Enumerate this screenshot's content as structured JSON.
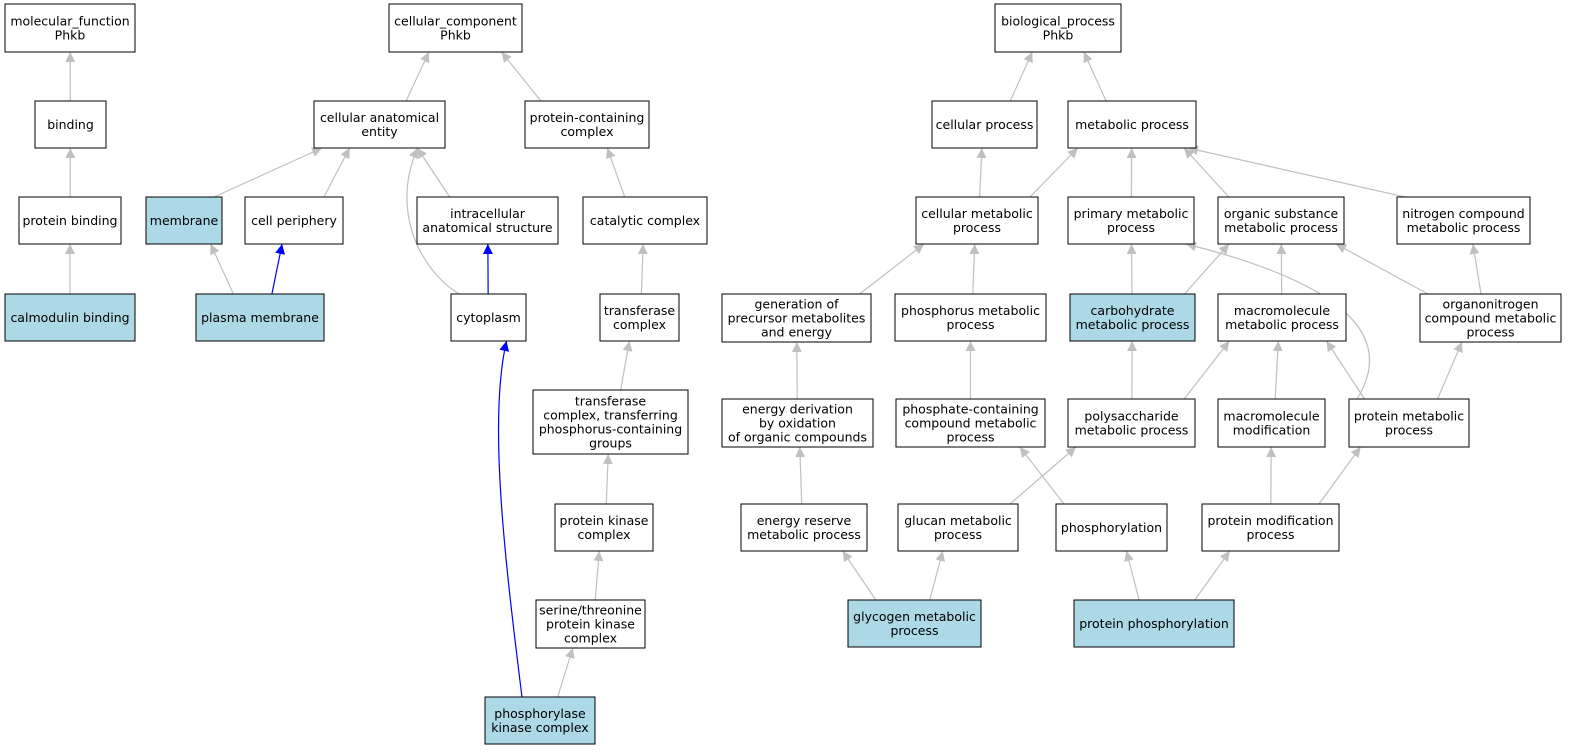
{
  "colors": {
    "highlight_fill": "#add8e6",
    "default_fill": "#ffffff",
    "edge_default": "#c0c0c0",
    "edge_blue": "#0000ff"
  },
  "nodes": [
    {
      "id": "mf",
      "lines": [
        "molecular_function",
        "Phkb"
      ],
      "highlight": false
    },
    {
      "id": "binding",
      "lines": [
        "binding"
      ],
      "highlight": false
    },
    {
      "id": "protein_binding",
      "lines": [
        "protein binding"
      ],
      "highlight": false
    },
    {
      "id": "calmodulin_binding",
      "lines": [
        "calmodulin binding"
      ],
      "highlight": true
    },
    {
      "id": "cc",
      "lines": [
        "cellular_component",
        "Phkb"
      ],
      "highlight": false
    },
    {
      "id": "cae",
      "lines": [
        "cellular anatomical",
        "entity"
      ],
      "highlight": false
    },
    {
      "id": "pcc",
      "lines": [
        "protein-containing",
        "complex"
      ],
      "highlight": false
    },
    {
      "id": "membrane",
      "lines": [
        "membrane"
      ],
      "highlight": true
    },
    {
      "id": "cell_periphery",
      "lines": [
        "cell periphery"
      ],
      "highlight": false
    },
    {
      "id": "ias",
      "lines": [
        "intracellular",
        "anatomical structure"
      ],
      "highlight": false
    },
    {
      "id": "catalytic_complex",
      "lines": [
        "catalytic complex"
      ],
      "highlight": false
    },
    {
      "id": "plasma_membrane",
      "lines": [
        "plasma membrane"
      ],
      "highlight": true
    },
    {
      "id": "cytoplasm",
      "lines": [
        "cytoplasm"
      ],
      "highlight": false
    },
    {
      "id": "transferase_complex",
      "lines": [
        "transferase",
        "complex"
      ],
      "highlight": false
    },
    {
      "id": "tc_phos",
      "lines": [
        "transferase",
        "complex, transferring",
        "phosphorus-containing",
        "groups"
      ],
      "highlight": false
    },
    {
      "id": "pkc",
      "lines": [
        "protein kinase",
        "complex"
      ],
      "highlight": false
    },
    {
      "id": "stpkc",
      "lines": [
        "serine/threonine",
        "protein kinase",
        "complex"
      ],
      "highlight": false
    },
    {
      "id": "phk_complex",
      "lines": [
        "phosphorylase",
        "kinase complex"
      ],
      "highlight": true
    },
    {
      "id": "bp",
      "lines": [
        "biological_process",
        "Phkb"
      ],
      "highlight": false
    },
    {
      "id": "cellular_process",
      "lines": [
        "cellular process"
      ],
      "highlight": false
    },
    {
      "id": "metabolic_process",
      "lines": [
        "metabolic process"
      ],
      "highlight": false
    },
    {
      "id": "cmp",
      "lines": [
        "cellular metabolic",
        "process"
      ],
      "highlight": false
    },
    {
      "id": "pmp",
      "lines": [
        "primary metabolic",
        "process"
      ],
      "highlight": false
    },
    {
      "id": "osmp",
      "lines": [
        "organic substance",
        "metabolic process"
      ],
      "highlight": false
    },
    {
      "id": "ncmp",
      "lines": [
        "nitrogen compound",
        "metabolic process"
      ],
      "highlight": false
    },
    {
      "id": "gpme",
      "lines": [
        "generation of",
        "precursor metabolites",
        "and energy"
      ],
      "highlight": false
    },
    {
      "id": "phos_mp",
      "lines": [
        "phosphorus metabolic",
        "process"
      ],
      "highlight": false
    },
    {
      "id": "carb_mp",
      "lines": [
        "carbohydrate",
        "metabolic process"
      ],
      "highlight": true
    },
    {
      "id": "macro_mp",
      "lines": [
        "macromolecule",
        "metabolic process"
      ],
      "highlight": false
    },
    {
      "id": "orgn_mp",
      "lines": [
        "organonitrogen",
        "compound metabolic",
        "process"
      ],
      "highlight": false
    },
    {
      "id": "edo",
      "lines": [
        "energy derivation",
        "by oxidation",
        "of organic compounds"
      ],
      "highlight": false
    },
    {
      "id": "pccmp",
      "lines": [
        "phosphate-containing",
        "compound metabolic",
        "process"
      ],
      "highlight": false
    },
    {
      "id": "polysac_mp",
      "lines": [
        "polysaccharide",
        "metabolic process"
      ],
      "highlight": false
    },
    {
      "id": "macro_mod",
      "lines": [
        "macromolecule",
        "modification"
      ],
      "highlight": false
    },
    {
      "id": "prot_mp",
      "lines": [
        "protein metabolic",
        "process"
      ],
      "highlight": false
    },
    {
      "id": "erm",
      "lines": [
        "energy reserve",
        "metabolic process"
      ],
      "highlight": false
    },
    {
      "id": "glucan_mp",
      "lines": [
        "glucan metabolic",
        "process"
      ],
      "highlight": false
    },
    {
      "id": "phosphorylation",
      "lines": [
        "phosphorylation"
      ],
      "highlight": false
    },
    {
      "id": "pmod",
      "lines": [
        "protein modification",
        "process"
      ],
      "highlight": false
    },
    {
      "id": "glycogen_mp",
      "lines": [
        "glycogen metabolic",
        "process"
      ],
      "highlight": true
    },
    {
      "id": "prot_phos",
      "lines": [
        "protein phosphorylation"
      ],
      "highlight": true
    }
  ],
  "edges": [
    {
      "from": "binding",
      "to": "mf",
      "color": "grey"
    },
    {
      "from": "protein_binding",
      "to": "binding",
      "color": "grey"
    },
    {
      "from": "calmodulin_binding",
      "to": "protein_binding",
      "color": "grey"
    },
    {
      "from": "cae",
      "to": "cc",
      "color": "grey"
    },
    {
      "from": "pcc",
      "to": "cc",
      "color": "grey"
    },
    {
      "from": "membrane",
      "to": "cae",
      "color": "grey"
    },
    {
      "from": "cell_periphery",
      "to": "cae",
      "color": "grey"
    },
    {
      "from": "ias",
      "to": "cae",
      "color": "grey"
    },
    {
      "from": "cytoplasm",
      "to": "cae",
      "color": "grey",
      "curve": true
    },
    {
      "from": "catalytic_complex",
      "to": "pcc",
      "color": "grey"
    },
    {
      "from": "plasma_membrane",
      "to": "membrane",
      "color": "grey"
    },
    {
      "from": "plasma_membrane",
      "to": "cell_periphery",
      "color": "blue"
    },
    {
      "from": "cytoplasm",
      "to": "ias",
      "color": "blue"
    },
    {
      "from": "phk_complex",
      "to": "cytoplasm",
      "color": "blue",
      "curve": true
    },
    {
      "from": "transferase_complex",
      "to": "catalytic_complex",
      "color": "grey"
    },
    {
      "from": "tc_phos",
      "to": "transferase_complex",
      "color": "grey"
    },
    {
      "from": "pkc",
      "to": "tc_phos",
      "color": "grey"
    },
    {
      "from": "stpkc",
      "to": "pkc",
      "color": "grey"
    },
    {
      "from": "phk_complex",
      "to": "stpkc",
      "color": "grey"
    },
    {
      "from": "cellular_process",
      "to": "bp",
      "color": "grey"
    },
    {
      "from": "metabolic_process",
      "to": "bp",
      "color": "grey"
    },
    {
      "from": "cmp",
      "to": "cellular_process",
      "color": "grey"
    },
    {
      "from": "cmp",
      "to": "metabolic_process",
      "color": "grey"
    },
    {
      "from": "pmp",
      "to": "metabolic_process",
      "color": "grey"
    },
    {
      "from": "osmp",
      "to": "metabolic_process",
      "color": "grey"
    },
    {
      "from": "ncmp",
      "to": "metabolic_process",
      "color": "grey"
    },
    {
      "from": "gpme",
      "to": "cmp",
      "color": "grey"
    },
    {
      "from": "phos_mp",
      "to": "cmp",
      "color": "grey"
    },
    {
      "from": "carb_mp",
      "to": "pmp",
      "color": "grey"
    },
    {
      "from": "carb_mp",
      "to": "osmp",
      "color": "grey"
    },
    {
      "from": "macro_mp",
      "to": "osmp",
      "color": "grey"
    },
    {
      "from": "orgn_mp",
      "to": "osmp",
      "color": "grey"
    },
    {
      "from": "orgn_mp",
      "to": "ncmp",
      "color": "grey"
    },
    {
      "from": "edo",
      "to": "gpme",
      "color": "grey"
    },
    {
      "from": "pccmp",
      "to": "phos_mp",
      "color": "grey"
    },
    {
      "from": "polysac_mp",
      "to": "carb_mp",
      "color": "grey"
    },
    {
      "from": "polysac_mp",
      "to": "macro_mp",
      "color": "grey"
    },
    {
      "from": "macro_mod",
      "to": "macro_mp",
      "color": "grey"
    },
    {
      "from": "prot_mp",
      "to": "macro_mp",
      "color": "grey"
    },
    {
      "from": "prot_mp",
      "to": "pmp",
      "color": "grey",
      "curve": true
    },
    {
      "from": "prot_mp",
      "to": "orgn_mp",
      "color": "grey"
    },
    {
      "from": "erm",
      "to": "edo",
      "color": "grey"
    },
    {
      "from": "glucan_mp",
      "to": "polysac_mp",
      "color": "grey"
    },
    {
      "from": "phosphorylation",
      "to": "pccmp",
      "color": "grey"
    },
    {
      "from": "pmod",
      "to": "macro_mod",
      "color": "grey"
    },
    {
      "from": "pmod",
      "to": "prot_mp",
      "color": "grey"
    },
    {
      "from": "glycogen_mp",
      "to": "erm",
      "color": "grey"
    },
    {
      "from": "glycogen_mp",
      "to": "glucan_mp",
      "color": "grey"
    },
    {
      "from": "prot_phos",
      "to": "phosphorylation",
      "color": "grey"
    },
    {
      "from": "prot_phos",
      "to": "pmod",
      "color": "grey"
    }
  ]
}
